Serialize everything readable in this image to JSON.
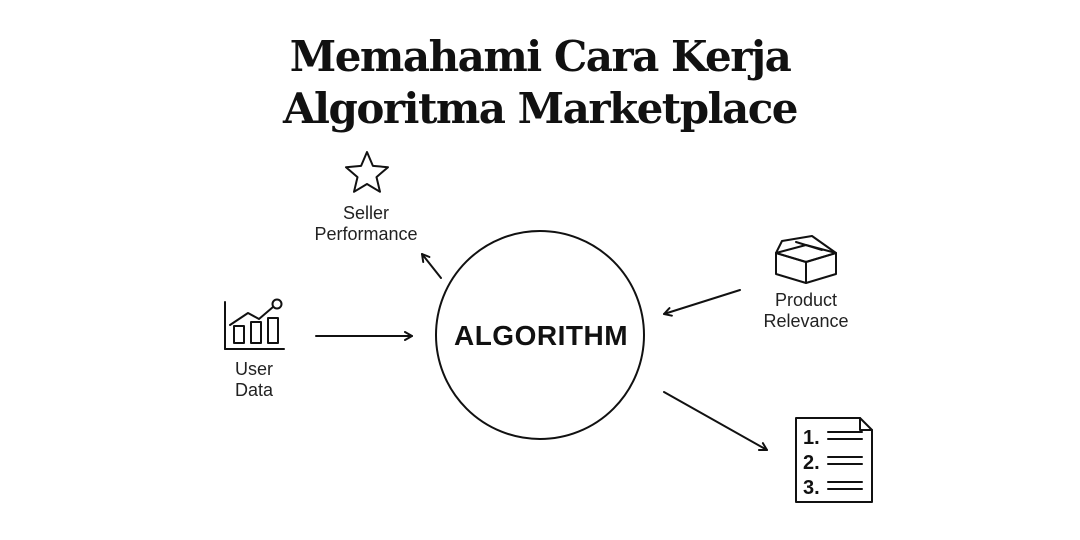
{
  "title": {
    "line1": "Memahami Cara Kerja",
    "line2": "Algoritma Marketplace"
  },
  "center": {
    "label": "ALGORITHM"
  },
  "nodes": {
    "seller": {
      "line1": "Seller",
      "line2": "Performance",
      "icon": "star-icon"
    },
    "user": {
      "line1": "User",
      "line2": "Data",
      "icon": "chart-icon"
    },
    "product": {
      "line1": "Product",
      "line2": "Relevance",
      "icon": "box-icon"
    },
    "ranking": {
      "icon": "numbered-list-icon",
      "items": [
        "1.",
        "2.",
        "3."
      ]
    }
  },
  "colors": {
    "ink": "#111111",
    "background": "#ffffff"
  }
}
